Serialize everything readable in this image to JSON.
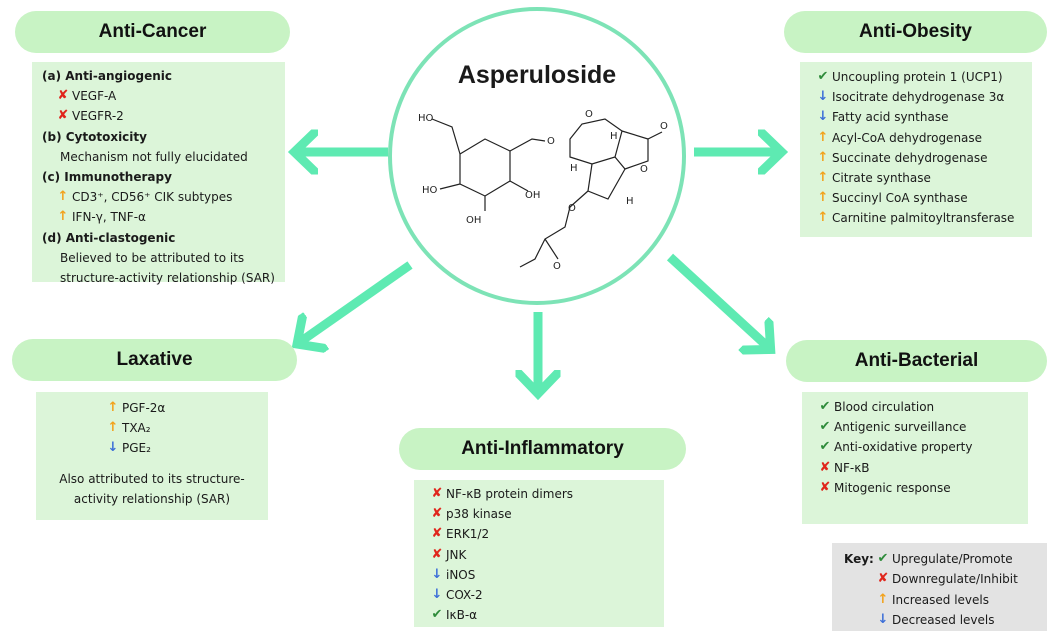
{
  "center": {
    "title": "Asperuloside"
  },
  "anti_cancer": {
    "title": "Anti-Cancer",
    "sections": [
      {
        "title": "(a) Anti-angiogenic",
        "items": [
          {
            "symbol": "cross",
            "text": "VEGF-A"
          },
          {
            "symbol": "cross",
            "text": "VEGFR-2"
          }
        ]
      },
      {
        "title": "(b) Cytotoxicity",
        "note": "Mechanism not fully elucidated"
      },
      {
        "title": "(c) Immunotherapy",
        "items": [
          {
            "symbol": "up",
            "text": "CD3⁺, CD56⁺ CIK subtypes"
          },
          {
            "symbol": "up",
            "text": "IFN-γ, TNF-α"
          }
        ]
      },
      {
        "title": "(d) Anti-clastogenic",
        "note": "Believed to be attributed to its structure-activity relationship (SAR)"
      }
    ]
  },
  "anti_obesity": {
    "title": "Anti-Obesity",
    "items": [
      {
        "symbol": "check",
        "text": "Uncoupling protein 1 (UCP1)"
      },
      {
        "symbol": "down",
        "text": "Isocitrate dehydrogenase 3α"
      },
      {
        "symbol": "down",
        "text": "Fatty acid synthase"
      },
      {
        "symbol": "up",
        "text": "Acyl-CoA dehydrogenase"
      },
      {
        "symbol": "up",
        "text": "Succinate dehydrogenase"
      },
      {
        "symbol": "up",
        "text": "Citrate synthase"
      },
      {
        "symbol": "up",
        "text": "Succinyl CoA synthase"
      },
      {
        "symbol": "up",
        "text": "Carnitine palmitoyltransferase"
      }
    ]
  },
  "laxative": {
    "title": "Laxative",
    "items": [
      {
        "symbol": "up",
        "text": "PGF-2α"
      },
      {
        "symbol": "up",
        "text": "TXA₂"
      },
      {
        "symbol": "down",
        "text": "PGE₂"
      }
    ],
    "note": "Also attributed to its structure-activity relationship (SAR)"
  },
  "anti_inflammatory": {
    "title": "Anti-Inflammatory",
    "items": [
      {
        "symbol": "cross",
        "text": "NF-κB protein dimers"
      },
      {
        "symbol": "cross",
        "text": "p38 kinase"
      },
      {
        "symbol": "cross",
        "text": "ERK1/2"
      },
      {
        "symbol": "cross",
        "text": "JNK"
      },
      {
        "symbol": "down",
        "text": "iNOS"
      },
      {
        "symbol": "down",
        "text": "COX-2"
      },
      {
        "symbol": "check",
        "text": "IκB-α"
      }
    ]
  },
  "anti_bacterial": {
    "title": "Anti-Bacterial",
    "items": [
      {
        "symbol": "check",
        "text": "Blood circulation"
      },
      {
        "symbol": "check",
        "text": "Antigenic surveillance"
      },
      {
        "symbol": "check",
        "text": "Anti-oxidative property"
      },
      {
        "symbol": "cross",
        "text": "NF-κB"
      },
      {
        "symbol": "cross",
        "text": "Mitogenic response"
      }
    ]
  },
  "key": {
    "label": "Key:",
    "items": [
      {
        "symbol": "check",
        "text": "Upregulate/Promote"
      },
      {
        "symbol": "cross",
        "text": "Downregulate/Inhibit"
      },
      {
        "symbol": "up",
        "text": "Increased levels"
      },
      {
        "symbol": "down",
        "text": "Decreased levels"
      }
    ]
  },
  "symbols": {
    "check": "✔",
    "cross": "✘",
    "up": "↑",
    "down": "↓"
  },
  "colors": {
    "title_pill": "#c8f3c4",
    "box": "#dcf5d9",
    "arrow": "#5eeab2",
    "check": "#2e8b3a",
    "cross": "#e0261c",
    "up": "#f2a21b",
    "down": "#3c6fd8"
  }
}
